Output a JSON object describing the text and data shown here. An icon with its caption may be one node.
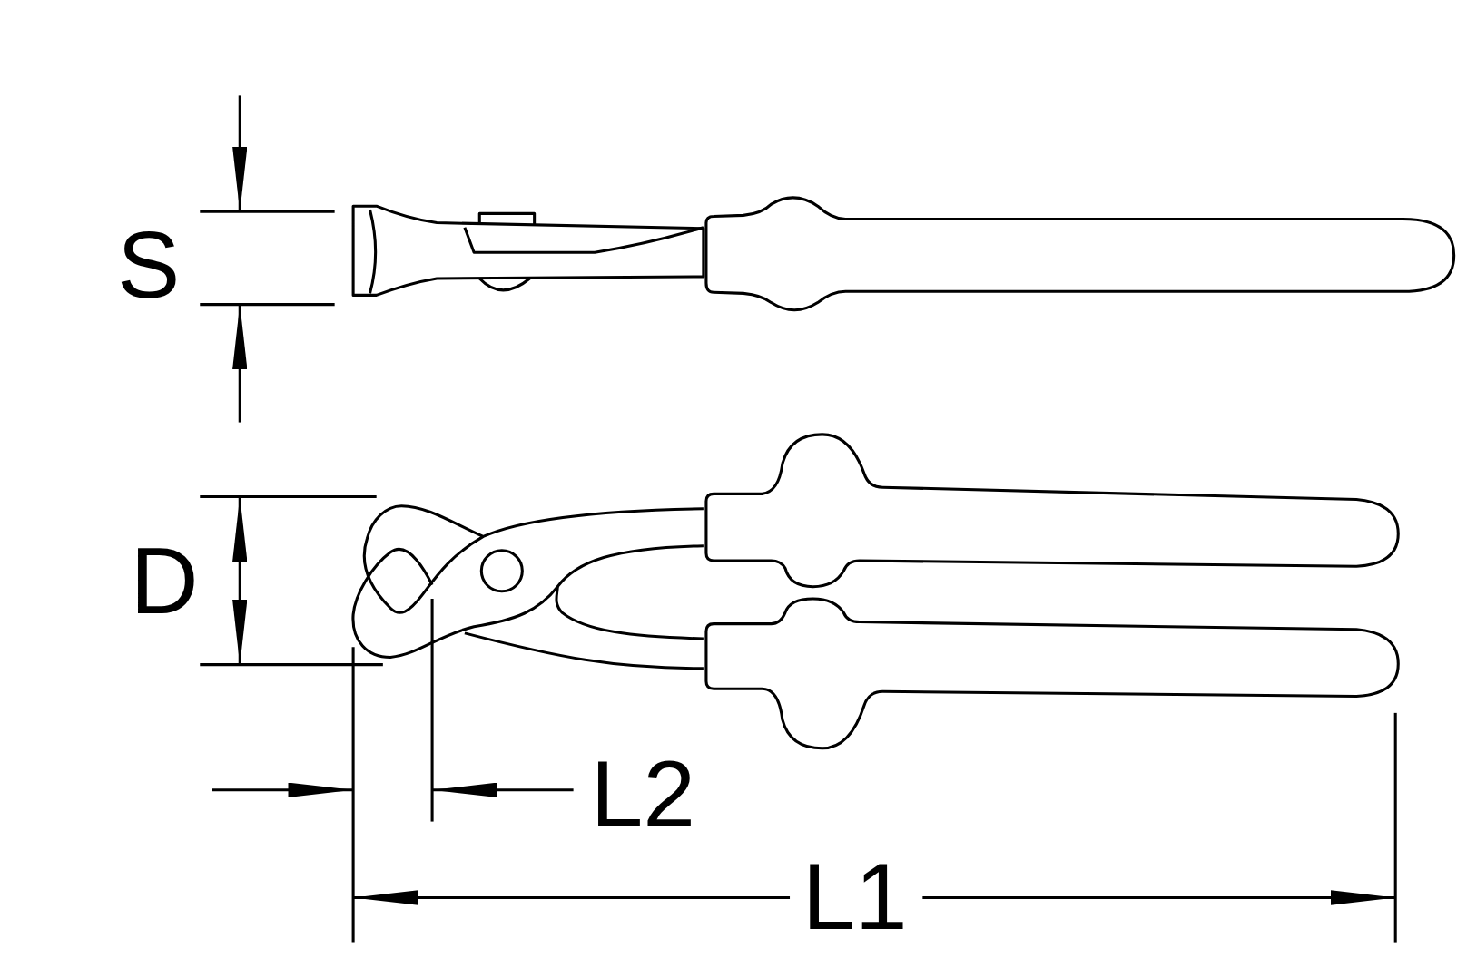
{
  "diagram": {
    "labels": [
      "S",
      "D",
      "L2",
      "L1"
    ]
  }
}
